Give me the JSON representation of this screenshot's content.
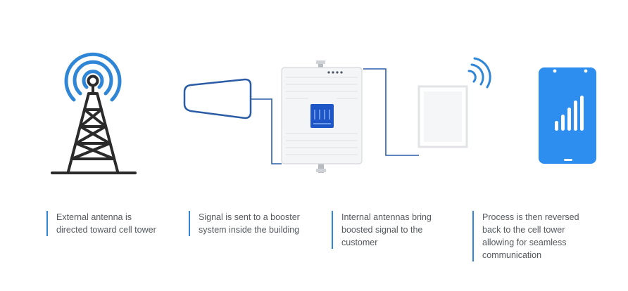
{
  "colors": {
    "accent": "#2f86d6",
    "tower_outline": "#2b2b2b",
    "phone_body": "#2d8ef0",
    "text": "#555a60"
  },
  "icons": {
    "tower": "cell-tower-icon",
    "external_antenna": "yagi-antenna-icon",
    "booster": "signal-booster-device",
    "internal_antenna": "panel-antenna-device",
    "phone": "smartphone-signal-icon"
  },
  "steps": [
    {
      "lines": [
        "External antenna is",
        "directed toward cell tower"
      ]
    },
    {
      "lines": [
        "Signal is sent to a booster",
        "system inside the building"
      ]
    },
    {
      "lines": [
        "Internal antennas bring",
        "boosted signal to the",
        "customer"
      ]
    },
    {
      "lines": [
        "Process is then reversed",
        "back to the cell tower",
        "allowing for seamless",
        "communication"
      ]
    }
  ]
}
